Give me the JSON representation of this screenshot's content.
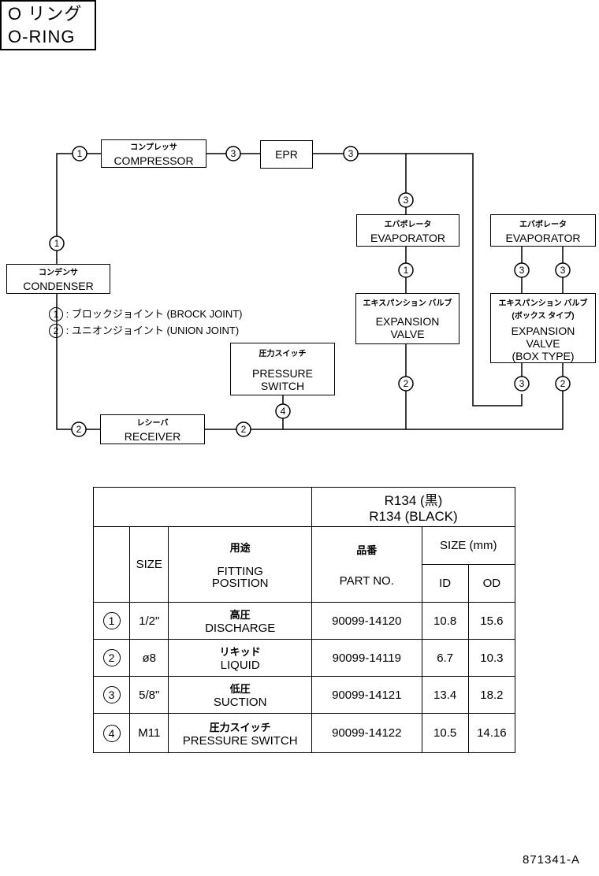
{
  "title": {
    "jp": "O リング",
    "en": "O-RING"
  },
  "components": {
    "compressor": {
      "jp": "コンプレッサ",
      "en": "COMPRESSOR"
    },
    "epr": {
      "en": "EPR"
    },
    "condenser": {
      "jp": "コンデンサ",
      "en": "CONDENSER"
    },
    "evaporator_1": {
      "jp": "エバポレータ",
      "en": "EVAPORATOR"
    },
    "evaporator_2": {
      "jp": "エバポレータ",
      "en": "EVAPORATOR"
    },
    "expansion_valve_1": {
      "jp": "エキスパンション バルブ",
      "en_l1": "EXPANSION",
      "en_l2": "VALVE"
    },
    "expansion_valve_2": {
      "jp_l1": "エキスパンション バルブ",
      "jp_l2": "(ボックス タイプ)",
      "en_l1": "EXPANSION",
      "en_l2": "VALVE",
      "en_l3": "(BOX TYPE)"
    },
    "pressure_switch": {
      "jp": "圧力スイッチ",
      "en_l1": "PRESSURE",
      "en_l2": "SWITCH"
    },
    "receiver": {
      "jp": "レシーバ",
      "en": "RECEIVER"
    }
  },
  "legend": [
    {
      "num": "1",
      "text": ": ブロックジョイント (BROCK JOINT)"
    },
    {
      "num": "2",
      "text": ": ユニオンジョイント (UNION JOINT)"
    }
  ],
  "markers": {
    "left_top": "1",
    "compressor_right": "3",
    "epr_right": "3",
    "condenser_top": "1",
    "evap1_top": "3",
    "evap1_bottom": "1",
    "exp1_bottom": "2",
    "evap2_left": "3",
    "evap2_right": "3",
    "exp2_left": "3",
    "exp2_right": "2",
    "pressure_switch": "4",
    "receiver_left": "2",
    "receiver_right": "2"
  },
  "table": {
    "header_refrigerant": {
      "l1": "R134 (黒)",
      "l2": "R134 (BLACK)"
    },
    "col_size": "SIZE",
    "col_usage": {
      "jp": "用途",
      "en_l1": "FITTING",
      "en_l2": "POSITION"
    },
    "col_part": {
      "jp": "品番",
      "en": "PART NO."
    },
    "col_size_mm": "SIZE (mm)",
    "col_id": "ID",
    "col_od": "OD",
    "rows": [
      {
        "num": "1",
        "size": "1/2\"",
        "jp": "高圧",
        "en": "DISCHARGE",
        "part": "90099-14120",
        "id": "10.8",
        "od": "15.6"
      },
      {
        "num": "2",
        "size": "ø8",
        "jp": "リキッド",
        "en": "LIQUID",
        "part": "90099-14119",
        "id": "6.7",
        "od": "10.3"
      },
      {
        "num": "3",
        "size": "5/8\"",
        "jp": "低圧",
        "en": "SUCTION",
        "part": "90099-14121",
        "id": "13.4",
        "od": "18.2"
      },
      {
        "num": "4",
        "size": "M11",
        "jp": "圧力スイッチ",
        "en": "PRESSURE SWITCH",
        "part": "90099-14122",
        "id": "10.5",
        "od": "14.16"
      }
    ]
  },
  "doc_number": "871341-A"
}
